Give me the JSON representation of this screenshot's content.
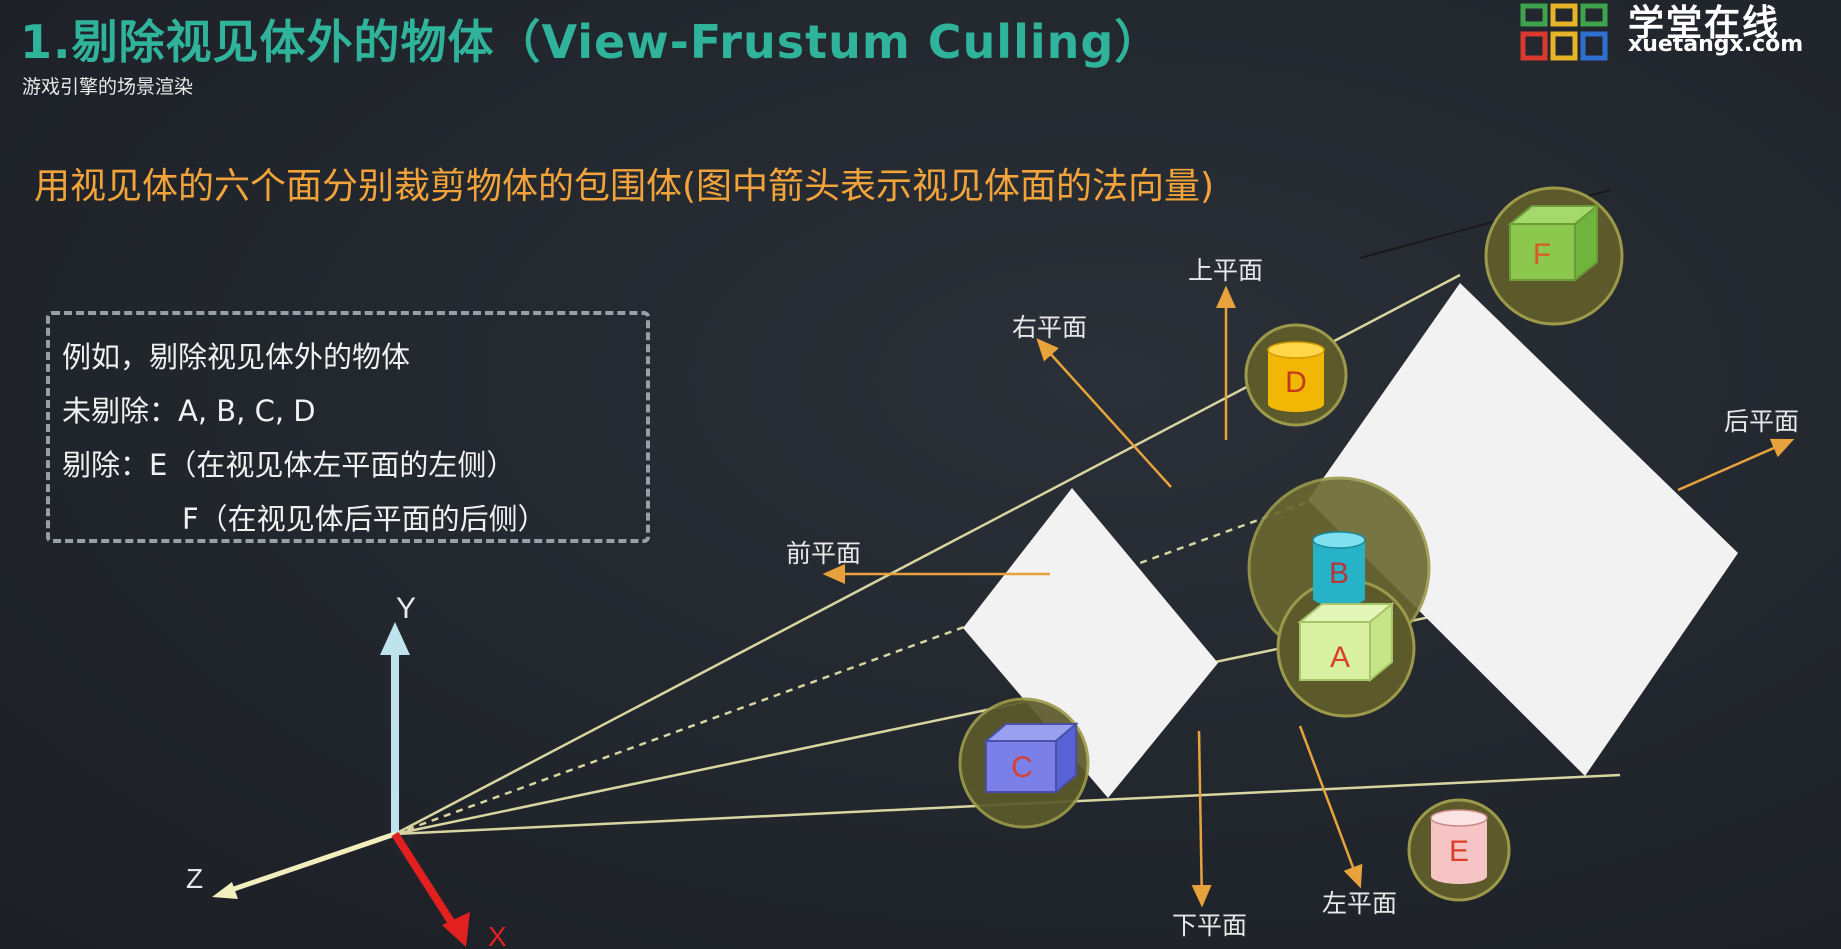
{
  "header": {
    "title": "1.剔除视见体外的物体（View-Frustum Culling）",
    "subtitle": "游戏引擎的场景渲染"
  },
  "logo": {
    "name": "学堂在线",
    "url_text": "xuetangx.com"
  },
  "heading": "用视见体的六个面分别裁剪物体的包围体(图中箭头表示视见体面的法向量)",
  "infobox": {
    "line1": "例如，剔除视见体外的物体",
    "line2": "未剔除：A, B, C, D",
    "line3": "剔除：E（在视见体左平面的左侧）",
    "line4": "F（在视见体后平面的后侧）"
  },
  "planes": {
    "top": "上平面",
    "right": "右平面",
    "back": "后平面",
    "front": "前平面",
    "bottom": "下平面",
    "left": "左平面"
  },
  "axes": {
    "y": "Y",
    "z": "Z",
    "x": "X"
  },
  "objects": {
    "A": "A",
    "B": "B",
    "C": "C",
    "D": "D",
    "E": "E",
    "F": "F"
  },
  "colors": {
    "title": "#2fb39a",
    "heading": "#f2a43a",
    "arrow": "#e8a23c",
    "frustum_line": "#d8d5a0",
    "plane": "#f4f4f4",
    "bounding": "#5c5a2a"
  }
}
